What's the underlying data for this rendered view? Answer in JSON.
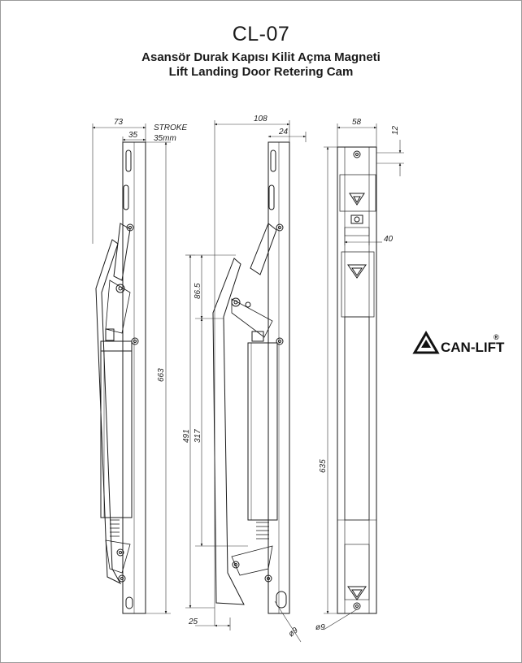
{
  "title": {
    "code": "CL-07",
    "turkish": "Asansör Durak Kapısı Kilit Açma Magneti",
    "english": "Lift Landing Door Retering Cam"
  },
  "dimensions": {
    "w73": "73",
    "w35": "35",
    "stroke_label": "STROKE",
    "stroke_value": "35mm",
    "h663": "663",
    "w108": "108",
    "w24": "24",
    "h86_5": "86.5",
    "h317": "317",
    "h491": "491",
    "w25": "25",
    "d9_mid": "ø9",
    "w58": "58",
    "h12": "12",
    "w40": "40",
    "h635": "635",
    "d9_right": "ø9"
  },
  "logo": {
    "text_main": "CAN-LIFT",
    "registered": "®"
  },
  "colors": {
    "line": "#1a1a1a",
    "thin": "#333333"
  }
}
